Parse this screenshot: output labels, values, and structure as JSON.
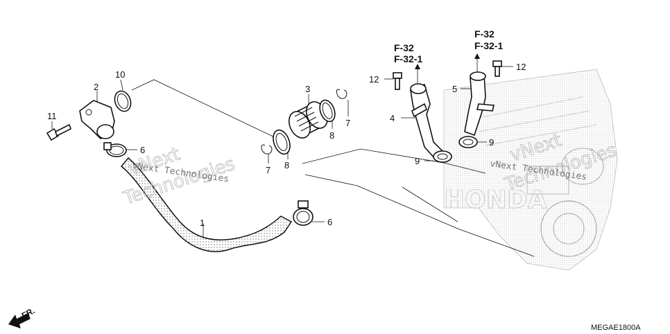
{
  "callouts": {
    "c1": "1",
    "c2": "2",
    "c3": "3",
    "c4": "4",
    "c5": "5",
    "c6a": "6",
    "c6b": "6",
    "c7a": "7",
    "c7b": "7",
    "c8a": "8",
    "c8b": "8",
    "c9a": "9",
    "c9b": "9",
    "c10": "10",
    "c11": "11",
    "c12a": "12",
    "c12b": "12"
  },
  "references": {
    "left_line1": "F-32",
    "left_line2": "F-32-1",
    "right_line1": "F-32",
    "right_line2": "F-32-1"
  },
  "front_marker": "FR.",
  "diagram_code": "MEGAE1800A",
  "watermarks": {
    "a": "vNext",
    "b": "Technologies",
    "c": "vNext Technologies"
  },
  "engine_brand": "HONDA"
}
